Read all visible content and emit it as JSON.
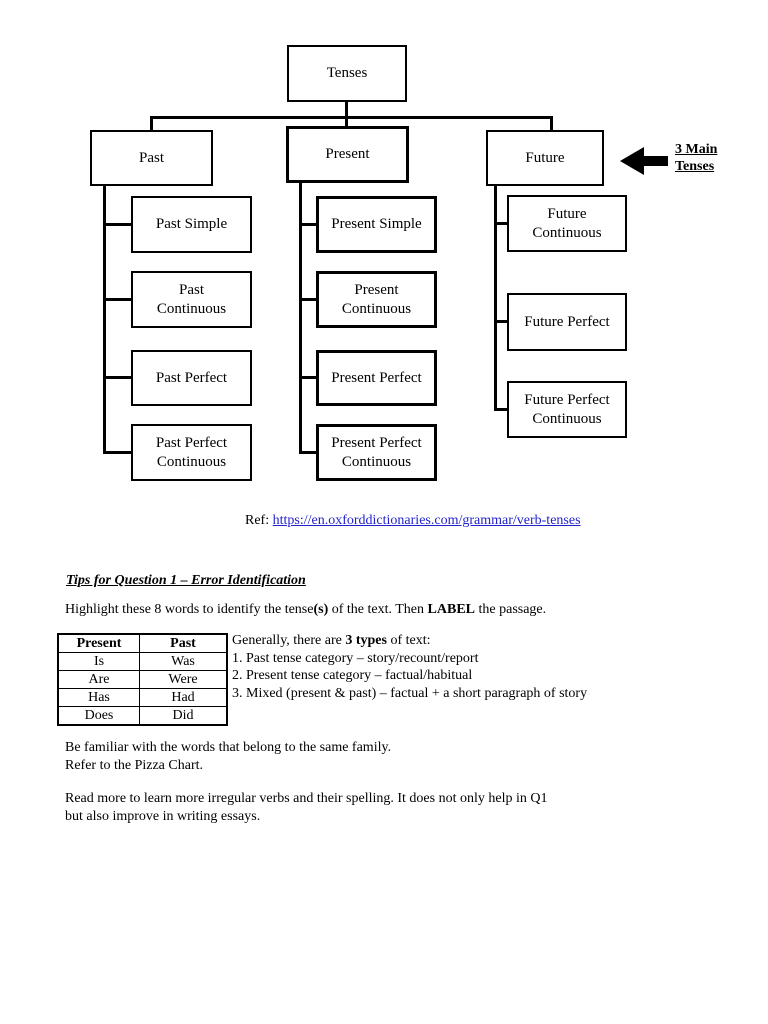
{
  "document": {
    "diagram": {
      "root_label": "Tenses",
      "columns": [
        {
          "label": "Past",
          "children": [
            "Past Simple",
            "Past\nContinuous",
            "Past Perfect",
            "Past Perfect\nContinuous"
          ]
        },
        {
          "label": "Present",
          "children": [
            "Present Simple",
            "Present\nContinuous",
            "Present Perfect",
            "Present Perfect\nContinuous"
          ]
        },
        {
          "label": "Future",
          "children": [
            "Future\nContinuous",
            "Future Perfect",
            "Future Perfect\nContinuous"
          ]
        }
      ],
      "annotation": {
        "text": "3 Main\nTenses",
        "icon": "left-arrow"
      }
    },
    "reference": {
      "prefix": "Ref: ",
      "url": "https://en.oxforddictionaries.com/grammar/verb-tenses"
    },
    "tips": {
      "heading": "Tips for Question 1 – Error Identification",
      "intro_segments": [
        {
          "t": "Highlight these 8 words to identify the tense",
          "b": false
        },
        {
          "t": "(s)",
          "b": true
        },
        {
          "t": " of the text. Then ",
          "b": false
        },
        {
          "t": "LABEL",
          "b": true
        },
        {
          "t": " the passage.",
          "b": false
        }
      ],
      "word_table": {
        "headers": [
          "Present",
          "Past"
        ],
        "rows": [
          [
            "Is",
            "Was"
          ],
          [
            "Are",
            "Were"
          ],
          [
            "Has",
            "Had"
          ],
          [
            "Does",
            "Did"
          ]
        ]
      },
      "text_types": {
        "intro_segments": [
          {
            "t": "Generally, there are ",
            "b": false
          },
          {
            "t": "3 types",
            "b": true
          },
          {
            "t": " of text:",
            "b": false
          }
        ],
        "items": [
          "1. Past tense category – story/recount/report",
          "2. Present tense category – factual/habitual",
          "3. Mixed (present & past) – factual + a short paragraph of story"
        ]
      },
      "paragraphs": [
        {
          "lines": [
            "Be familiar with the words that belong to the same family.",
            "Refer to the Pizza Chart."
          ]
        },
        {
          "lines": [
            "Read more to learn more irregular verbs and their spelling.  It does not only help in Q1",
            "but also improve in writing essays."
          ]
        }
      ]
    },
    "colors": {
      "link": "#2222CC",
      "ink": "#000000"
    }
  }
}
